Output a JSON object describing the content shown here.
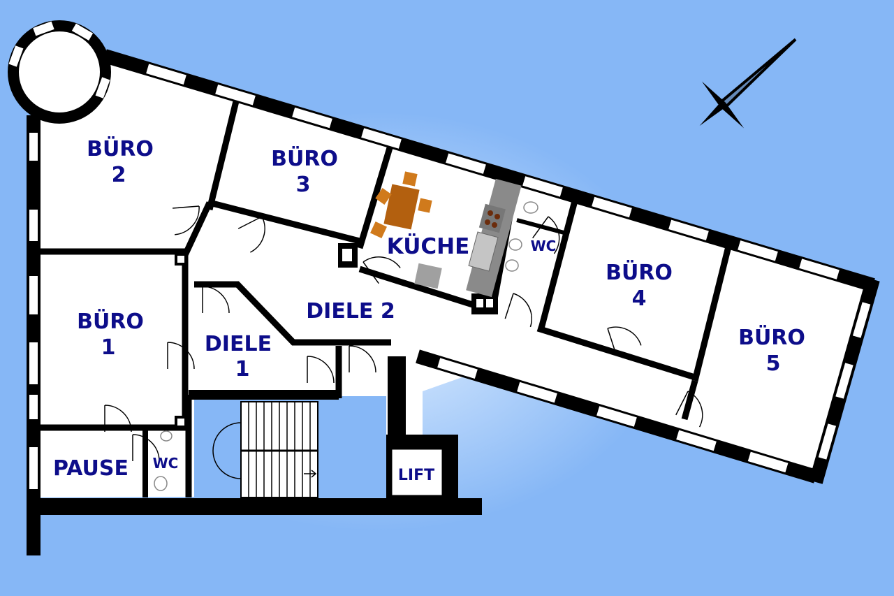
{
  "colors": {
    "background": "#86b7f6",
    "glow": "#dfeeff",
    "wall": "#000000",
    "window": "#ffffff",
    "floor": "#ffffff",
    "label": "#0d0d8a",
    "table": "#b3600f",
    "chair": "#d07a1c",
    "counter": "#8a8a8a",
    "fixture": "#a8b3bf"
  },
  "icons": {
    "compass": "compass-rose-icon",
    "door": "door-swing-icon",
    "toilet": "toilet-icon",
    "sink": "sink-icon",
    "stairs": "staircase-icon"
  },
  "rooms": {
    "buero2": {
      "line1": "BÜRO",
      "line2": "2"
    },
    "buero3": {
      "line1": "BÜRO",
      "line2": "3"
    },
    "kueche": {
      "name": "KÜCHE"
    },
    "wc_top": {
      "name": "WC"
    },
    "buero4": {
      "line1": "BÜRO",
      "line2": "4"
    },
    "buero5": {
      "line1": "BÜRO",
      "line2": "5"
    },
    "buero1": {
      "line1": "BÜRO",
      "line2": "1"
    },
    "diele2": {
      "name": "DIELE  2"
    },
    "diele1": {
      "line1": "DIELE",
      "line2": "1"
    },
    "pause": {
      "name": "PAUSE"
    },
    "wc_bottom": {
      "name": "WC"
    },
    "lift": {
      "name": "LIFT"
    }
  }
}
